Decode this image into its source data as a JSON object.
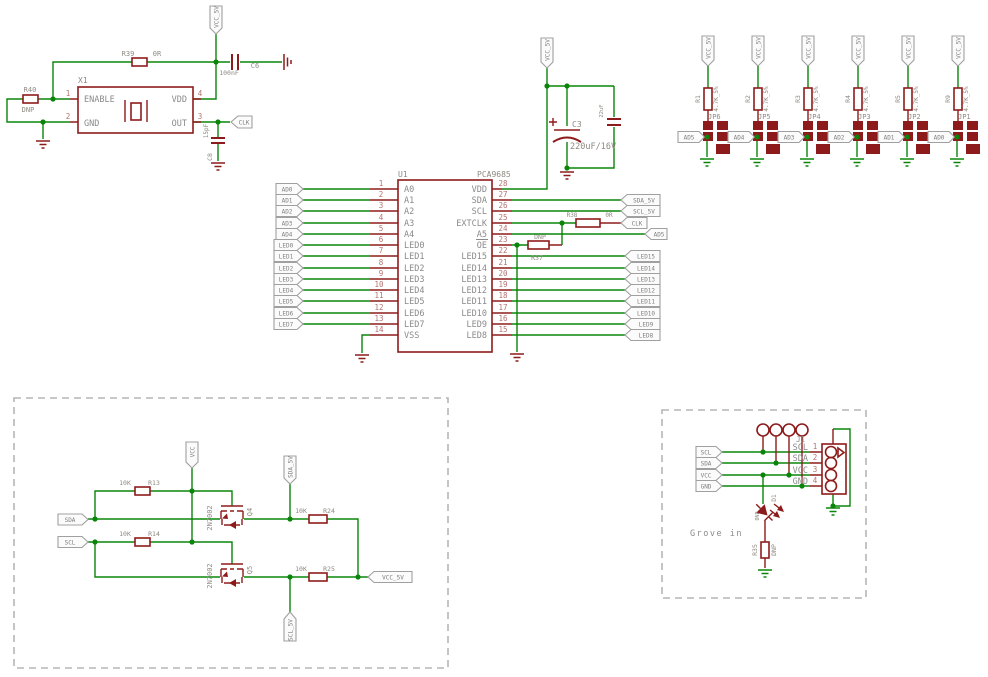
{
  "colors": {
    "wire": "#0a850a",
    "component": "#8e1b1b",
    "pin_number": "#b37272",
    "label_gray": "#8f8a82",
    "flag_text": "#7e7e7e"
  },
  "oscillator": {
    "ref": "X1",
    "pins": {
      "p1": {
        "num": "1",
        "name": "ENABLE"
      },
      "p2": {
        "num": "2",
        "name": "GND"
      },
      "p3": {
        "num": "3",
        "name": "OUT"
      },
      "p4": {
        "num": "4",
        "name": "VDD"
      }
    },
    "r39": {
      "name": "R39",
      "value": "0R"
    },
    "r40": {
      "name": "R40",
      "value": "DNP"
    },
    "c6": {
      "name": "C6",
      "value": "100nF"
    },
    "c8": {
      "name": "C8",
      "value": "15pF"
    },
    "supply_flag": "VCC_5V",
    "clk_flag": "CLK"
  },
  "power": {
    "supply_flag": "VCC_5V",
    "c3": {
      "name": "C3",
      "value": "220uF/16V"
    },
    "c_bulk": {
      "value": "22uF"
    }
  },
  "pullups": {
    "supply_flag": "VCC_5V",
    "columns": [
      {
        "name": "R1",
        "value": "4.7K_5%",
        "jumper": "JP6",
        "net": "AD5"
      },
      {
        "name": "R2",
        "value": "4.7K_5%",
        "jumper": "JP5",
        "net": "AD4"
      },
      {
        "name": "R3",
        "value": "4.7K_5%",
        "jumper": "JP4",
        "net": "AD3"
      },
      {
        "name": "R4",
        "value": "4.7K_5%",
        "jumper": "JP3",
        "net": "AD2"
      },
      {
        "name": "R5",
        "value": "4.7K_5%",
        "jumper": "JP2",
        "net": "AD1"
      },
      {
        "name": "R9",
        "value": "4.7K_5%",
        "jumper": "JP1",
        "net": "AD0"
      }
    ]
  },
  "u1": {
    "ref": "U1",
    "part": "PCA9685",
    "left_pins": [
      {
        "num": "1",
        "name": "A0",
        "flag": "AD0"
      },
      {
        "num": "2",
        "name": "A1",
        "flag": "AD1"
      },
      {
        "num": "3",
        "name": "A2",
        "flag": "AD2"
      },
      {
        "num": "4",
        "name": "A3",
        "flag": "AD3"
      },
      {
        "num": "5",
        "name": "A4",
        "flag": "AD4"
      },
      {
        "num": "6",
        "name": "LED0",
        "flag": "LED0"
      },
      {
        "num": "7",
        "name": "LED1",
        "flag": "LED1"
      },
      {
        "num": "8",
        "name": "LED2",
        "flag": "LED2"
      },
      {
        "num": "9",
        "name": "LED3",
        "flag": "LED3"
      },
      {
        "num": "10",
        "name": "LED4",
        "flag": "LED4"
      },
      {
        "num": "11",
        "name": "LED5",
        "flag": "LED5"
      },
      {
        "num": "12",
        "name": "LED6",
        "flag": "LED6"
      },
      {
        "num": "13",
        "name": "LED7",
        "flag": "LED7"
      },
      {
        "num": "14",
        "name": "VSS"
      }
    ],
    "right_pins": [
      {
        "num": "28",
        "name": "VDD"
      },
      {
        "num": "27",
        "name": "SDA",
        "flag": "SDA_5V"
      },
      {
        "num": "26",
        "name": "SCL",
        "flag": "SCL_5V"
      },
      {
        "num": "25",
        "name": "EXTCLK",
        "flag": "CLK"
      },
      {
        "num": "24",
        "name": "A5",
        "flag": "AD5"
      },
      {
        "num": "23",
        "name": "OE"
      },
      {
        "num": "22",
        "name": "LED15",
        "flag": "LED15"
      },
      {
        "num": "21",
        "name": "LED14",
        "flag": "LED14"
      },
      {
        "num": "20",
        "name": "LED13",
        "flag": "LED13"
      },
      {
        "num": "19",
        "name": "LED12",
        "flag": "LED12"
      },
      {
        "num": "18",
        "name": "LED11",
        "flag": "LED11"
      },
      {
        "num": "17",
        "name": "LED10",
        "flag": "LED10"
      },
      {
        "num": "16",
        "name": "LED9",
        "flag": "LED9"
      },
      {
        "num": "15",
        "name": "LED8",
        "flag": "LED8"
      }
    ],
    "r38": {
      "name": "R38",
      "value": "0R"
    },
    "r37": {
      "name": "R37",
      "value": "DNP"
    }
  },
  "level_shifter": {
    "vcc_flag": "VCC",
    "sda_flag": "SDA",
    "scl_flag": "SCL",
    "sda5_flag": "SDA_5V",
    "scl5_flag": "SCL_5V",
    "vcc5_flag": "VCC_5V",
    "r13": {
      "name": "R13",
      "value": "10K"
    },
    "r14": {
      "name": "R14",
      "value": "10K"
    },
    "r24": {
      "name": "R24",
      "value": "10K"
    },
    "r25": {
      "name": "R25",
      "value": "10K"
    },
    "q4": {
      "name": "Q4",
      "value": "2N7002"
    },
    "q5": {
      "name": "Q5",
      "value": "2N7002"
    }
  },
  "grove": {
    "caption": "Grove in",
    "flags": [
      "SCL",
      "SDA",
      "VCC",
      "GND"
    ],
    "connector": {
      "ref": "J1",
      "pins": [
        {
          "num": "1",
          "label": "SCL"
        },
        {
          "num": "2",
          "label": "SDA"
        },
        {
          "num": "3",
          "label": "VCC"
        },
        {
          "num": "4",
          "label": "GND"
        }
      ]
    },
    "d1": {
      "name": "D1",
      "value": "DNP"
    },
    "r35": {
      "name": "R35",
      "value": "DNP"
    }
  }
}
